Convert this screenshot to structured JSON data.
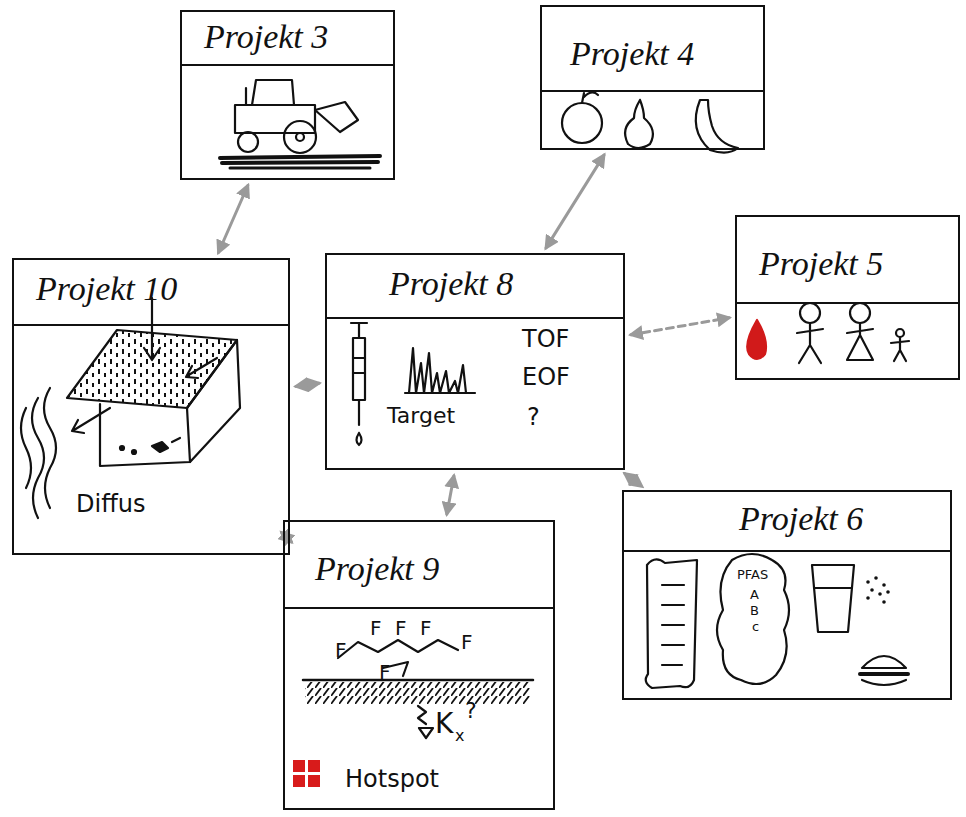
{
  "diagram": {
    "nodes": [
      {
        "text": [
          "Projekt 3"
        ]
      },
      {
        "text": [
          "Projekt 4"
        ]
      },
      {
        "text": [
          "Projekt 10",
          "Diffus"
        ]
      },
      {
        "text": [
          "Projekt 8",
          "TOF",
          "EOF",
          "Target",
          "?"
        ]
      },
      {
        "text": [
          "Projekt 5"
        ]
      },
      {
        "text": [
          "Projekt 6",
          "PFAS",
          "A",
          "B",
          "c"
        ]
      },
      {
        "text": [
          "Projekt 9",
          "F",
          "F",
          "F",
          "F",
          "F",
          "F",
          "K",
          "x",
          "?",
          "Hotspot"
        ]
      }
    ],
    "edges": [
      {
        "from": 0,
        "to": 2,
        "arrow": "both"
      },
      {
        "from": 3,
        "to": 1,
        "arrow": "both"
      },
      {
        "from": 3,
        "to": 4,
        "arrow": "both"
      },
      {
        "from": 2,
        "to": 3,
        "arrow": "both"
      },
      {
        "from": 3,
        "to": 6,
        "arrow": "both"
      },
      {
        "from": 3,
        "to": 5,
        "arrow": "both"
      },
      {
        "from": 2,
        "to": 6,
        "arrow": "both"
      }
    ]
  }
}
